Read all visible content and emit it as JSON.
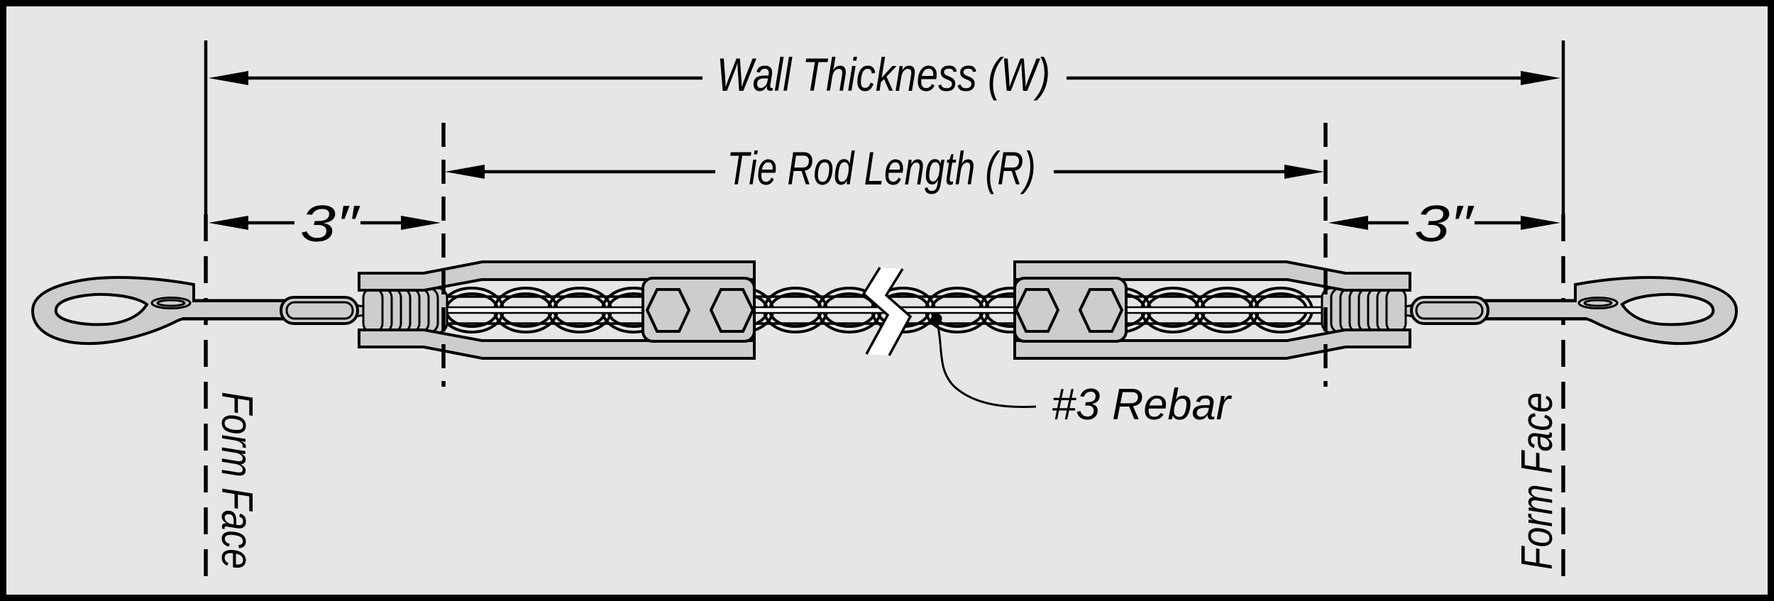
{
  "figure": {
    "background": "#e6e6e6",
    "frame_color": "#000000",
    "metal_fill": "#cdcdcd",
    "line_color": "#000000"
  },
  "dimensions": {
    "wall_thickness": {
      "label": "Wall Thickness (W)"
    },
    "tie_rod_length": {
      "label": "Tie Rod Length (R)"
    },
    "embed_left": {
      "value": "3″"
    },
    "embed_right": {
      "value": "3″"
    }
  },
  "callouts": {
    "rebar": {
      "label": "#3 Rebar"
    },
    "form_face_left": {
      "label": "Form Face"
    },
    "form_face_right": {
      "label": "Form Face"
    }
  }
}
